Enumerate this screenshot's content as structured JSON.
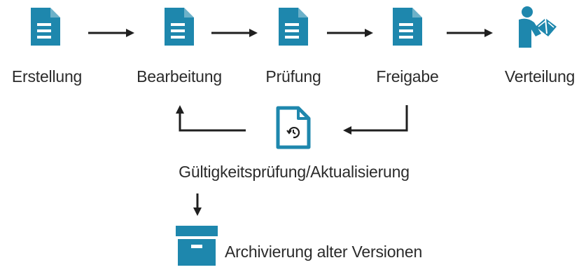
{
  "colors": {
    "icon": "#1e87ad",
    "arrow": "#1f1f1f",
    "text": "#2b2b2b"
  },
  "steps": [
    {
      "label": "Erstellung",
      "icon": "document-icon"
    },
    {
      "label": "Bearbeitung",
      "icon": "document-icon"
    },
    {
      "label": "Prüfung",
      "icon": "document-icon"
    },
    {
      "label": "Freigabe",
      "icon": "document-icon"
    },
    {
      "label": "Verteilung",
      "icon": "reading-person-icon"
    }
  ],
  "review": {
    "label": "Gültigkeitsprüfung/Aktualisierung",
    "icon": "document-history-icon"
  },
  "archive": {
    "label": "Archivierung alter Versionen",
    "icon": "archive-box-icon"
  }
}
